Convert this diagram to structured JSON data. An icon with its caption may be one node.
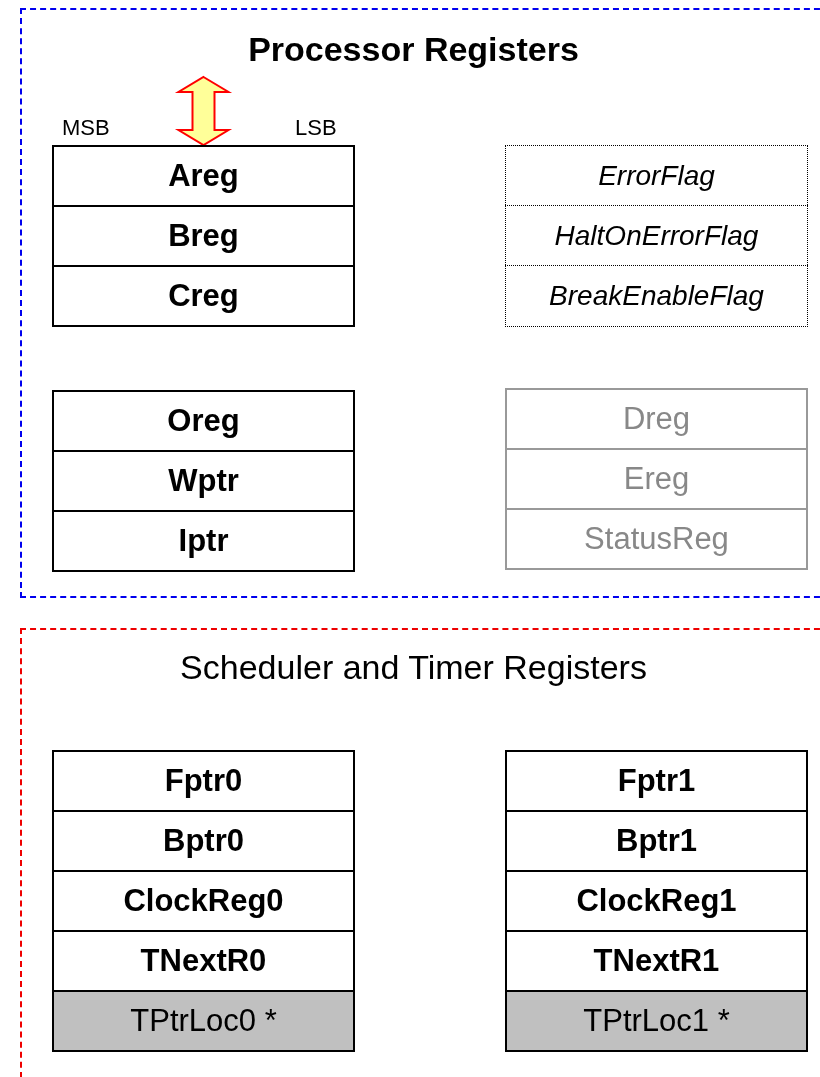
{
  "diagram": {
    "nodes": [
      {
        "text": [
          "Processor Registers"
        ]
      },
      {
        "text": [
          "Areg"
        ],
        "in": 0
      },
      {
        "text": [
          "Breg"
        ],
        "in": 0
      },
      {
        "text": [
          "Creg"
        ],
        "in": 0
      },
      {
        "text": [
          "ErrorFlag"
        ],
        "in": 0
      },
      {
        "text": [
          "HaltOnErrorFlag"
        ],
        "in": 0
      },
      {
        "text": [
          "BreakEnableFlag"
        ],
        "in": 0
      },
      {
        "text": [
          "Oreg"
        ],
        "in": 0
      },
      {
        "text": [
          "Wptr"
        ],
        "in": 0
      },
      {
        "text": [
          "Iptr"
        ],
        "in": 0
      },
      {
        "text": [
          "Dreg"
        ],
        "in": 0
      },
      {
        "text": [
          "Ereg"
        ],
        "in": 0
      },
      {
        "text": [
          "StatusReg"
        ],
        "in": 0
      },
      {
        "text": [
          "Scheduler and Timer Registers"
        ]
      },
      {
        "text": [
          "Fptr0"
        ],
        "in": 13
      },
      {
        "text": [
          "Bptr0"
        ],
        "in": 13
      },
      {
        "text": [
          "ClockReg0"
        ],
        "in": 13
      },
      {
        "text": [
          "TNextR0"
        ],
        "in": 13
      },
      {
        "text": [
          "TPtrLoc0 *"
        ],
        "in": 13
      },
      {
        "text": [
          "Fptr1"
        ],
        "in": 13
      },
      {
        "text": [
          "Bptr1"
        ],
        "in": 13
      },
      {
        "text": [
          "ClockReg1"
        ],
        "in": 13
      },
      {
        "text": [
          "TNextR1"
        ],
        "in": 13
      },
      {
        "text": [
          "TPtrLoc1 *"
        ],
        "in": 13
      }
    ],
    "edges": [
      {
        "from": null,
        "to": 1,
        "arrow": "both"
      }
    ],
    "labels": [
      "MSB",
      "LSB"
    ]
  }
}
